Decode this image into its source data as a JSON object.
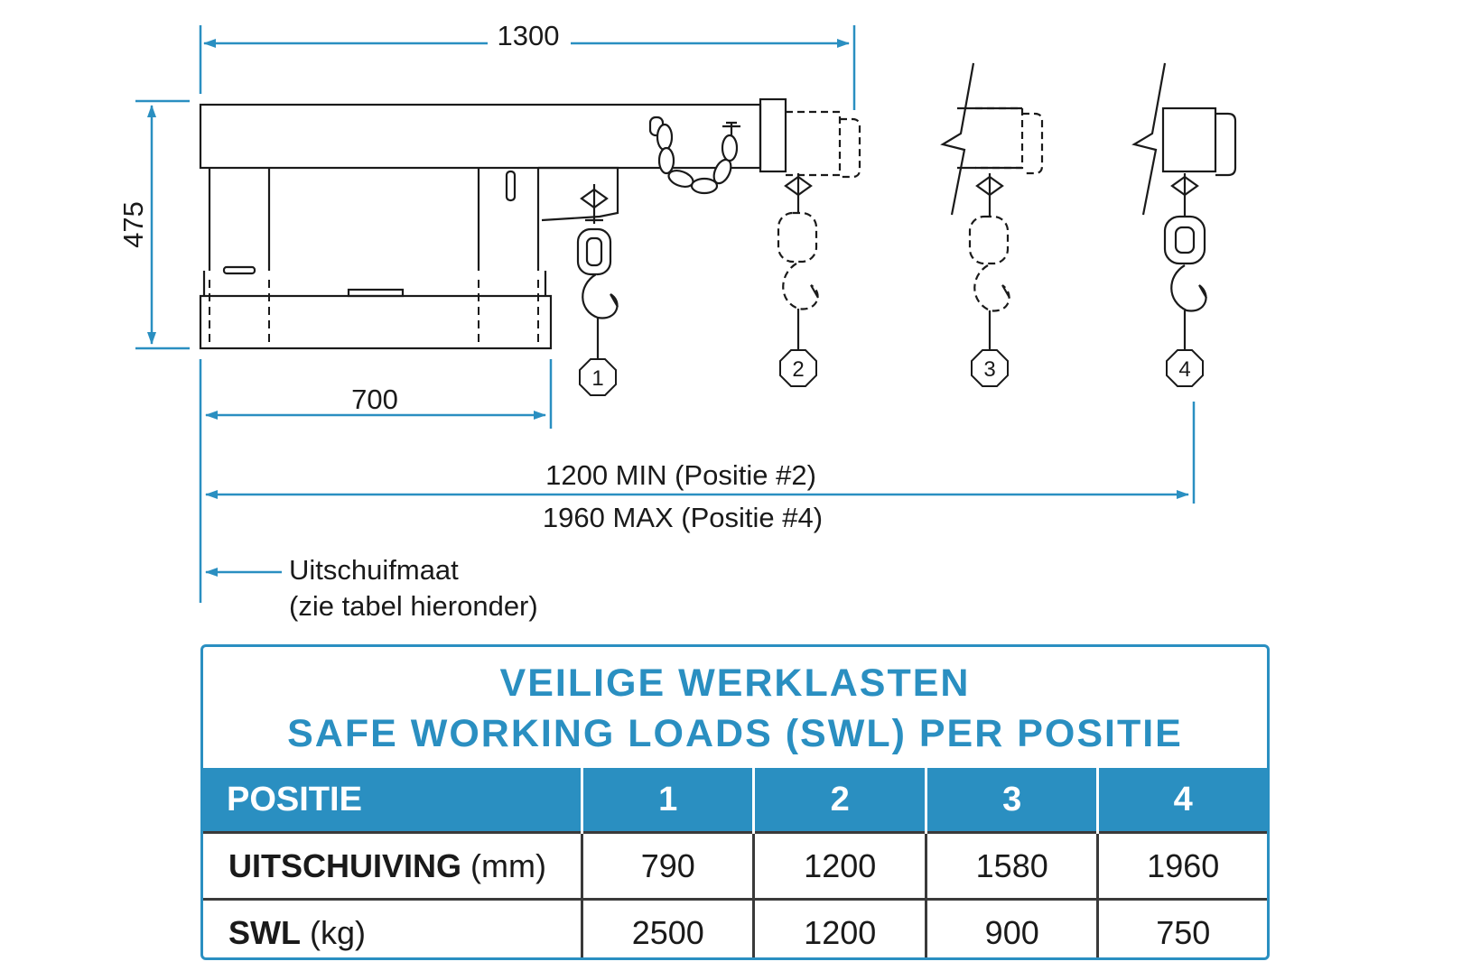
{
  "dimensions": {
    "total_length": "1300",
    "height": "475",
    "fork_pocket": "700",
    "reach_min": "1200 MIN (Positie #2)",
    "reach_max": "1960 MAX (Positie #4)"
  },
  "positions": [
    "1",
    "2",
    "3",
    "4"
  ],
  "note": {
    "line1": "Uitschuifmaat",
    "line2": "(zie tabel hieronder)"
  },
  "panel": {
    "title_line1": "VEILIGE WERKLASTEN",
    "title_line2": "SAFE WORKING LOADS (SWL) PER POSITIE"
  },
  "table": {
    "header_label": "POSITIE",
    "columns": [
      "1",
      "2",
      "3",
      "4"
    ],
    "rows": [
      {
        "label": "UITSCHUIVING",
        "unit": "(mm)",
        "values": [
          "790",
          "1200",
          "1580",
          "1960"
        ]
      },
      {
        "label": "SWL",
        "unit": "(kg)",
        "values": [
          "2500",
          "1200",
          "900",
          "750"
        ]
      }
    ]
  },
  "colors": {
    "accent": "#2a8fc1",
    "line": "#1a1a1a"
  }
}
